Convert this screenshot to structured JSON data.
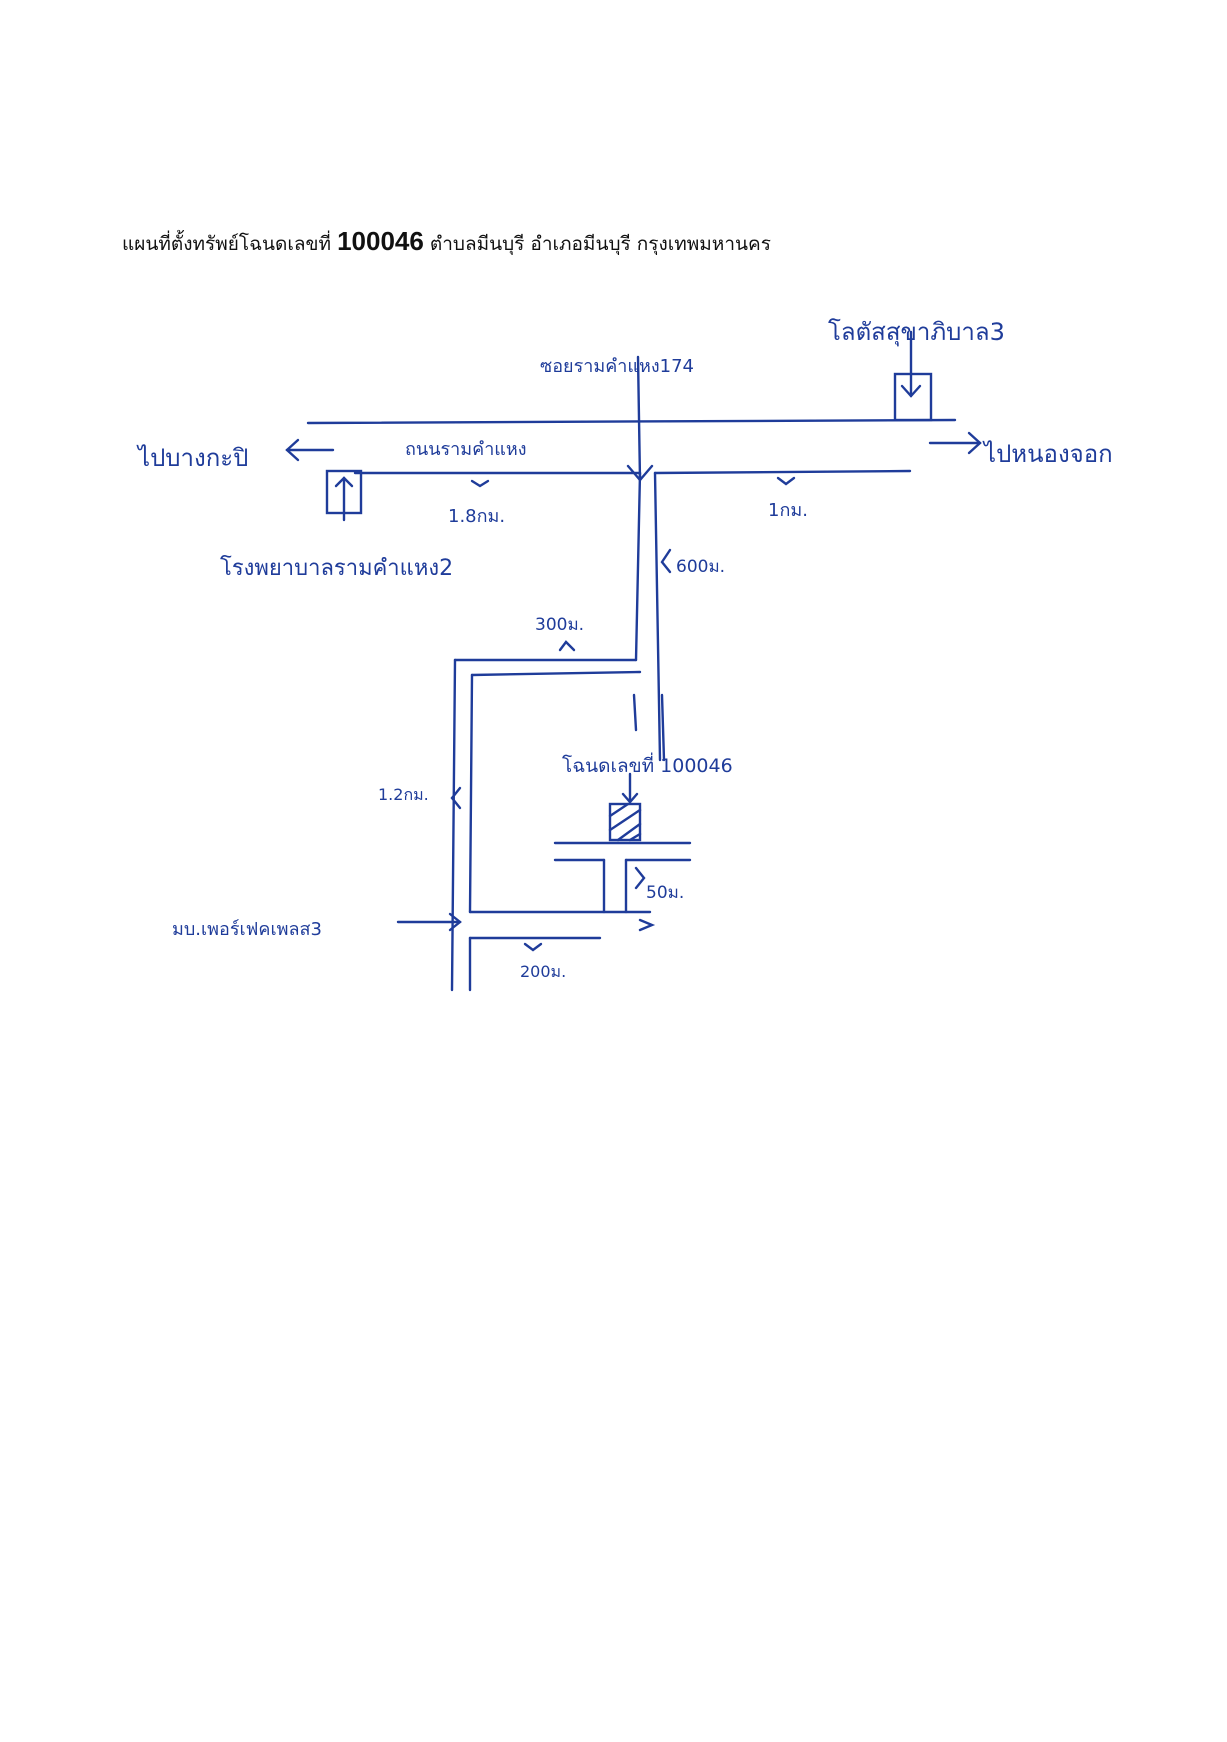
{
  "title": {
    "prefix": "แผนที่ตั้งทรัพย์โฉนดเลขที่",
    "deed_no": "100046",
    "suffix": "ตำบลมีนบุรี อำเภอมีนบุรี กรุงเทพมหานคร"
  },
  "map": {
    "ink_color": "#1f3c9a",
    "labels": {
      "lotus": "โลตัสสุขาภิบาล3",
      "soi": "ซอยรามคำแหง174",
      "to_west": "ไปบางกะปิ",
      "main_road": "ถนนรามคำแหง",
      "to_east": "ไปหนองจอก",
      "dist_west": "1.8กม.",
      "dist_east": "1กม.",
      "hospital": "โรงพยาบาลรามคำแหง2",
      "dist_soi": "600ม.",
      "dist_300": "300ม.",
      "deed": "โฉนดเลขที่ 100046",
      "dist_12": "1.2กม.",
      "dist_50": "50ม.",
      "village": "มบ.เพอร์เฟคเพลส3",
      "dist_200": "200ม."
    }
  }
}
